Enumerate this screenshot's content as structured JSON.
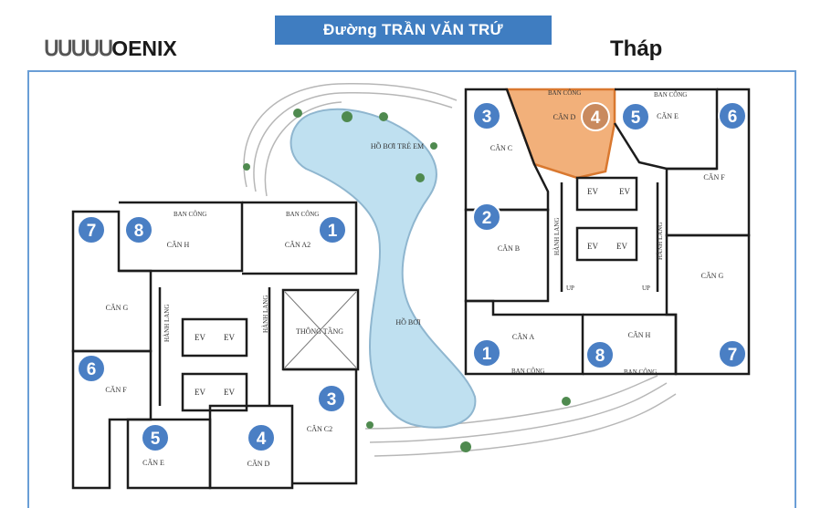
{
  "header": {
    "street": "Đường TRẦN VĂN TRỨ",
    "tower_left": "OENIX",
    "tower_right": "Tháp"
  },
  "colors": {
    "accent": "#3f7dc1",
    "highlight": "#f2b07a",
    "highlight_border": "#d9782f",
    "wall": "#1c1c1c",
    "pool": "#bfe0f0"
  },
  "labels": {
    "pool_kids": "HỒ BƠI TRẺ EM",
    "pool": "HỒ BƠI",
    "thong_tang": "THÔNG TẦNG",
    "ev": "EV",
    "hanh_lang": "HÀNH LANG",
    "ban_cong": "BAN CÔNG",
    "up": "UP"
  },
  "left_tower": {
    "units": [
      {
        "num": "1",
        "name": "CĂN A2"
      },
      {
        "num": "3",
        "name": "CĂN C2"
      },
      {
        "num": "4",
        "name": "CĂN D"
      },
      {
        "num": "5",
        "name": "CĂN E"
      },
      {
        "num": "6",
        "name": "CĂN F"
      },
      {
        "num": "7",
        "name": "CĂN G"
      },
      {
        "num": "8",
        "name": "CĂN H"
      }
    ]
  },
  "right_tower": {
    "units": [
      {
        "num": "1",
        "name": "CĂN A"
      },
      {
        "num": "2",
        "name": "CĂN B"
      },
      {
        "num": "3",
        "name": "CĂN C"
      },
      {
        "num": "4",
        "name": "CĂN D",
        "highlighted": true
      },
      {
        "num": "5",
        "name": "CĂN E"
      },
      {
        "num": "6",
        "name": "CĂN F"
      },
      {
        "num": "7",
        "name": "CĂN G"
      },
      {
        "num": "8",
        "name": "CĂN H"
      }
    ]
  }
}
